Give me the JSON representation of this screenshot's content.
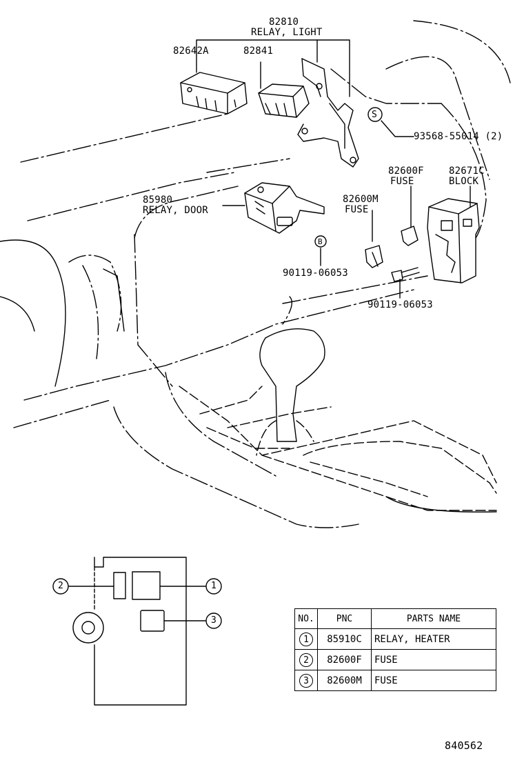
{
  "callouts": {
    "c82810": "82810",
    "relay_light": "RELAY, LIGHT",
    "c82642a": "82642A",
    "c82841": "82841",
    "c93568": "93568-55014 (2)",
    "c82600f": "82600F",
    "fuse_f": "FUSE",
    "c82671c": "82671C",
    "block": "BLOCK",
    "c85980": "85980",
    "relay_door": "RELAY, DOOR",
    "c82600m": "82600M",
    "fuse_m": "FUSE",
    "c90119_a": "90119-06053",
    "c90119_b": "90119-06053",
    "marker_s": "S",
    "marker_b": "B"
  },
  "inset": {
    "marker1": "1",
    "marker2": "2",
    "marker3": "3"
  },
  "table": {
    "headers": [
      "NO.",
      "PNC",
      "PARTS NAME"
    ],
    "rows": [
      {
        "no": "1",
        "pnc": "85910C",
        "name": "RELAY, HEATER"
      },
      {
        "no": "2",
        "pnc": "82600F",
        "name": "FUSE"
      },
      {
        "no": "3",
        "pnc": "82600M",
        "name": "FUSE"
      }
    ]
  },
  "diagram_number": "840562"
}
